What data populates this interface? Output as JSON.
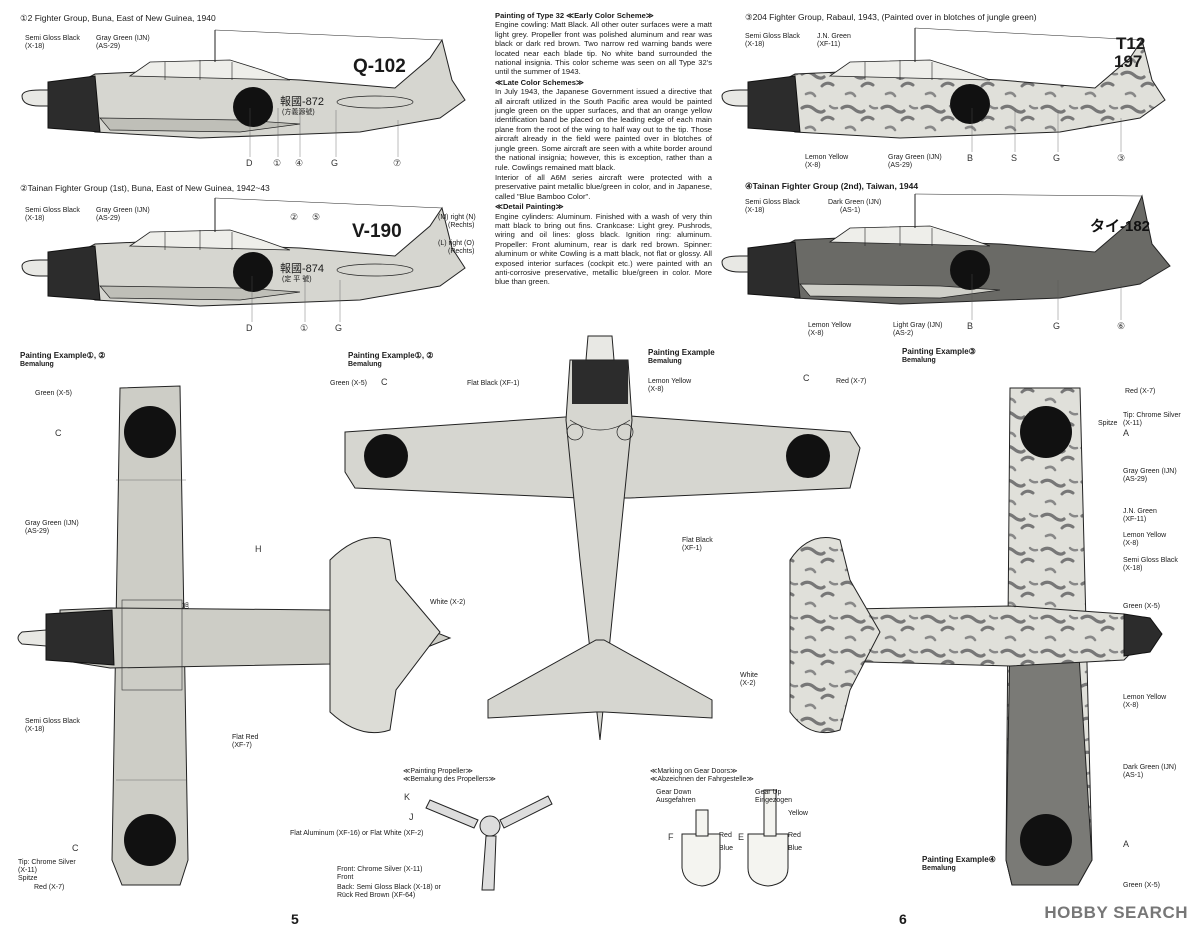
{
  "page_numbers": {
    "left": "5",
    "right": "6"
  },
  "watermark": "HOBBY SEARCH",
  "headers": {
    "h1": "①2 Fighter Group, Buna, East of New Guinea, 1940",
    "h2": "②Tainan Fighter Group (1st), Buna, East of New Guinea, 1942~43",
    "h3": "③204 Fighter Group, Rabaul, 1943, (Painted over in blotches of jungle green)",
    "h4": "④Tainan Fighter Group (2nd), Taiwan, 1944"
  },
  "article": {
    "title1": "Painting of Type 32 ≪Early Color Scheme≫",
    "p1": "Engine cowling: Matt Black. All other outer surfaces were a matt light grey. Propeller front was polished aluminum and rear was black or dark red brown. Two narrow red warning bands were located near each blade tip. No white band surrounded the national insignia. This color scheme was seen on all Type 32's until the summer of 1943.",
    "title2": "≪Late Color Schemes≫",
    "p2": "In July 1943, the Japanese Government issued a directive that all aircraft utilized in the South Pacific area would be painted jungle green on the upper surfaces, and that an orange yellow identification band be placed on the leading edge of each main plane from the root of the wing to half way out to the tip. Those aircraft already in the field were painted over in blotches of jungle green. Some aircraft are seen with a white border around the national insignia; however, this is exception, rather than a rule. Cowlings remained matt black.",
    "p3": "Interior of all A6M series aircraft were protected with a preservative paint metallic blue/green in color, and in Japanese, called \"Blue Bamboo Color\".",
    "title3": "≪Detail Painting≫",
    "p4": "Engine cylinders: Aluminum. Finished with a wash of very thin matt black to bring out fins. Crankcase: Light grey. Pushrods, wiring and oil lines: gloss black. Ignition ring: aluminum. Propeller: Front aluminum, rear is dark red brown. Spinner: aluminum or white Cowling is a matt black, not flat or glossy. All exposed interior surfaces (cockpit etc.) were painted with an anti-corrosive preservative, metallic blue/green in color. More blue than green."
  },
  "aircraft_codes": {
    "a1": "Q-102",
    "a1b": "報國-872",
    "a1c": "(方義源號)",
    "a2": "V-190",
    "a2b": "報國-874",
    "a2c": "(定 平 號)",
    "a3a": "T12",
    "a3b": "197",
    "a4": "タイ-182",
    "wing_mark": "旭"
  },
  "example_labels": {
    "e12a": "Painting Example①, ②",
    "e12a_sub": "Bemalung",
    "e12b": "Painting Example①, ②",
    "e12b_sub": "Bemalung",
    "ec": "Painting Example",
    "ec_sub": "Bemalung",
    "e3": "Painting Example③",
    "e3_sub": "Bemalung",
    "e4": "Painting Example④",
    "e4_sub": "Bemalung"
  },
  "labels": {
    "semi_gloss_black": "Semi Gloss Black",
    "x18": "(X-18)",
    "gray_green": "Gray Green (IJN)",
    "as29": "(AS-29)",
    "jn_green": "J.N. Green",
    "xf11": "(XF-11)",
    "dark_green": "Dark Green (IJN)",
    "as1": "(AS-1)",
    "lemon_yellow": "Lemon Yellow",
    "x8": "(X-8)",
    "light_gray": "Light Gray (IJN)",
    "as2": "(AS-2)",
    "green": "Green (X-5)",
    "red": "Red (X-7)",
    "flat_black": "Flat Black (XF-1)",
    "flat_black_short": "Flat Black",
    "xf1": "(XF-1)",
    "white": "White (X-2)",
    "white_short": "White",
    "x2": "(X-2)",
    "flat_red": "Flat Red",
    "xf7": "(XF-7)",
    "tip_chrome": "Tip: Chrome Silver",
    "x11": "(X-11)",
    "spitze": "Spitze",
    "m_right": "(M) right (N)",
    "l_right": "(L) right (O)",
    "rechts": "(Rechts)"
  },
  "propeller": {
    "title": "≪Painting Propeller≫",
    "subtitle": "≪Bemalung des Propellers≫",
    "flat_al": "Flat Aluminum (XF-16) or Flat White (XF-2)",
    "front": "Front: Chrome Silver (X-11)",
    "front_de": "Front",
    "back": "Back: Semi Gloss Black (X-18) or",
    "back2": "Rück  Red Brown (XF-64)"
  },
  "gear": {
    "title": "≪Marking on Gear Doors≫",
    "subtitle": "≪Abzeichnen der Fahrgestelle≫",
    "down": "Gear Down",
    "down_de": "Ausgefahren",
    "up": "Gear Up",
    "up_de": "Eingezogen",
    "yellow": "Yellow",
    "red": "Red",
    "blue": "Blue"
  },
  "callouts": {
    "A": "A",
    "B": "B",
    "C": "C",
    "D": "D",
    "E": "E",
    "F": "F",
    "G": "G",
    "H": "H",
    "J": "J",
    "K": "K",
    "S": "S",
    "n1": "①",
    "n2": "②",
    "n3": "③",
    "n4": "④",
    "n5": "⑤",
    "n6": "⑥",
    "n7": "⑦"
  },
  "colors": {
    "ijn_gray": "#c9c9c2",
    "cowling": "#2a2a2a",
    "hinomaru": "#111111",
    "jungle": "#6a6a66",
    "dark_green": "#5a5a56"
  }
}
